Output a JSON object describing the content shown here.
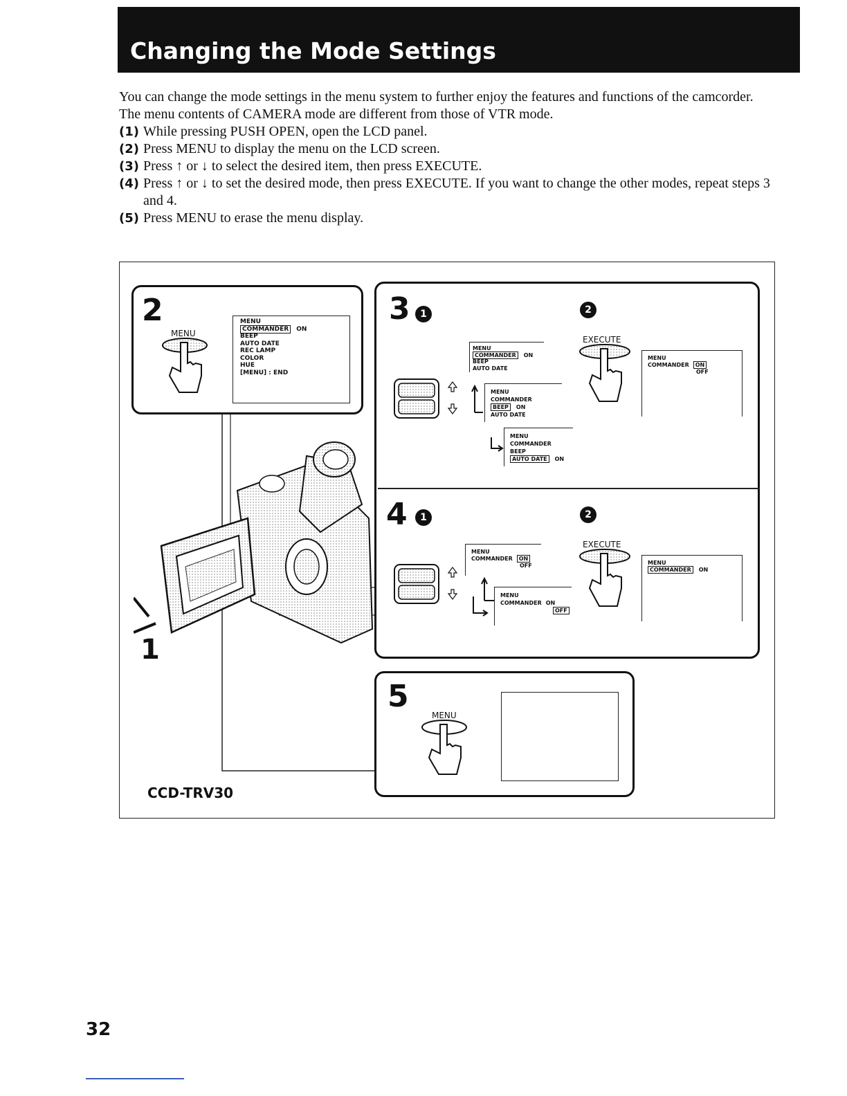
{
  "title": "Changing the Mode Settings",
  "intro": {
    "line1": "You can change the mode settings in the menu system to further enjoy the features and functions of the camcorder.",
    "line2": "The menu contents of CAMERA mode are different from those of VTR mode."
  },
  "steps": [
    {
      "num": "(1)",
      "text": "While pressing PUSH OPEN, open the LCD panel."
    },
    {
      "num": "(2)",
      "text": "Press MENU to display the menu on the LCD screen."
    },
    {
      "num": "(3)",
      "text": "Press ↑ or ↓ to select the desired item, then press EXECUTE."
    },
    {
      "num": "(4)",
      "text": "Press ↑ or ↓ to set the desired mode, then press EXECUTE. If you want to change the other modes, repeat steps 3 and 4."
    },
    {
      "num": "(5)",
      "text": "Press MENU to erase the menu display."
    }
  ],
  "figure": {
    "panel2": {
      "num": "2",
      "button": "MENU",
      "menu": {
        "header": "MENU",
        "items": [
          "COMMANDER",
          "BEEP",
          "AUTO DATE",
          "REC LAMP",
          "COLOR",
          "HUE",
          "[MENU] : END"
        ],
        "on": "ON"
      }
    },
    "panel3": {
      "num": "3",
      "step_a": "1",
      "step_b": "2",
      "button": "EXECUTE",
      "menu_a": {
        "header": "MENU",
        "items": [
          "COMMANDER",
          "BEEP",
          "AUTO DATE"
        ],
        "on": "ON"
      },
      "menu_b": {
        "header": "MENU",
        "items": [
          "COMMANDER",
          "BEEP",
          "AUTO DATE"
        ],
        "on": "ON"
      },
      "menu_c": {
        "header": "MENU",
        "items": [
          "COMMANDER",
          "BEEP",
          "AUTO DATE"
        ],
        "on": "ON"
      },
      "result": {
        "header": "MENU",
        "item": "COMMANDER",
        "on": "ON",
        "off": "OFF"
      }
    },
    "panel4": {
      "num": "4",
      "step_a": "1",
      "step_b": "2",
      "button": "EXECUTE",
      "menu_a": {
        "header": "MENU",
        "item": "COMMANDER",
        "on": "ON",
        "off": "OFF"
      },
      "menu_b": {
        "header": "MENU",
        "item": "COMMANDER",
        "on": "ON",
        "off": "OFF"
      },
      "result": {
        "header": "MENU",
        "item": "COMMANDER",
        "on": "ON"
      }
    },
    "panel5": {
      "num": "5",
      "button": "MENU"
    },
    "step1_label": "1",
    "model": "CCD-TRV30"
  },
  "page_number": "32"
}
